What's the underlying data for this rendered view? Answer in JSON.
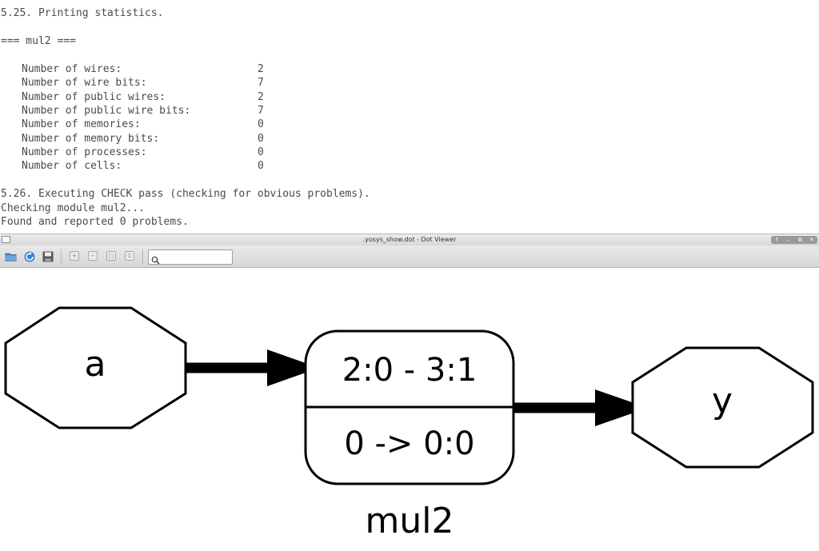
{
  "terminal": {
    "section_stats": "5.25. Printing statistics.",
    "module_header": "=== mul2 ===",
    "stats": [
      {
        "label": "Number of wires:",
        "value": "2"
      },
      {
        "label": "Number of wire bits:",
        "value": "7"
      },
      {
        "label": "Number of public wires:",
        "value": "2"
      },
      {
        "label": "Number of public wire bits:",
        "value": "7"
      },
      {
        "label": "Number of memories:",
        "value": "0"
      },
      {
        "label": "Number of memory bits:",
        "value": "0"
      },
      {
        "label": "Number of processes:",
        "value": "0"
      },
      {
        "label": "Number of cells:",
        "value": "0"
      }
    ],
    "section_check": "5.26. Executing CHECK pass (checking for obvious problems).",
    "checking_line": "Checking module mul2...",
    "found_line": "Found and reported 0 problems."
  },
  "window": {
    "title": ".yosys_show.dot - Dot Viewer",
    "controls": [
      "↑",
      "–",
      "⧉",
      "✕"
    ]
  },
  "toolbar": {
    "buttons": [
      "folder-open-icon",
      "refresh-icon",
      "save-icon",
      "zoom-in-icon",
      "zoom-out-icon",
      "zoom-fit-icon",
      "zoom-100-icon"
    ],
    "search_placeholder": ""
  },
  "graph": {
    "input_node": "a",
    "cell_top": "2:0 - 3:1",
    "cell_bottom": "0 -> 0:0",
    "output_node": "y",
    "label": "mul2"
  }
}
